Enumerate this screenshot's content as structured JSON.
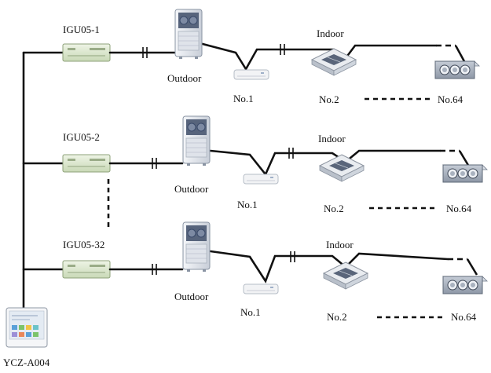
{
  "rows": [
    {
      "gateway_label": "IGU05-1",
      "outdoor_label": "Outdoor",
      "indoor_label": "Indoor",
      "units": [
        "No.1",
        "No.2",
        "No.64"
      ]
    },
    {
      "gateway_label": "IGU05-2",
      "outdoor_label": "Outdoor",
      "indoor_label": "Indoor",
      "units": [
        "No.1",
        "No.2",
        "No.64"
      ]
    },
    {
      "gateway_label": "IGU05-32",
      "outdoor_label": "Outdoor",
      "indoor_label": "Indoor",
      "units": [
        "No.1",
        "No.2",
        "No.64"
      ]
    }
  ],
  "controller": {
    "label": "YCZ-A004"
  },
  "icons": {
    "gateway": "gateway-module-icon",
    "outdoor": "outdoor-unit-icon",
    "wall": "wall-mounted-indoor-unit-icon",
    "cassette": "ceiling-cassette-unit-icon",
    "duct": "duct-unit-icon",
    "controller": "touch-panel-controller-icon"
  },
  "colors": {
    "line": "#111111",
    "gateway_body": "#d9e6c9",
    "unit_body": "#e8ecf1",
    "grille": "#3a4a6a"
  }
}
